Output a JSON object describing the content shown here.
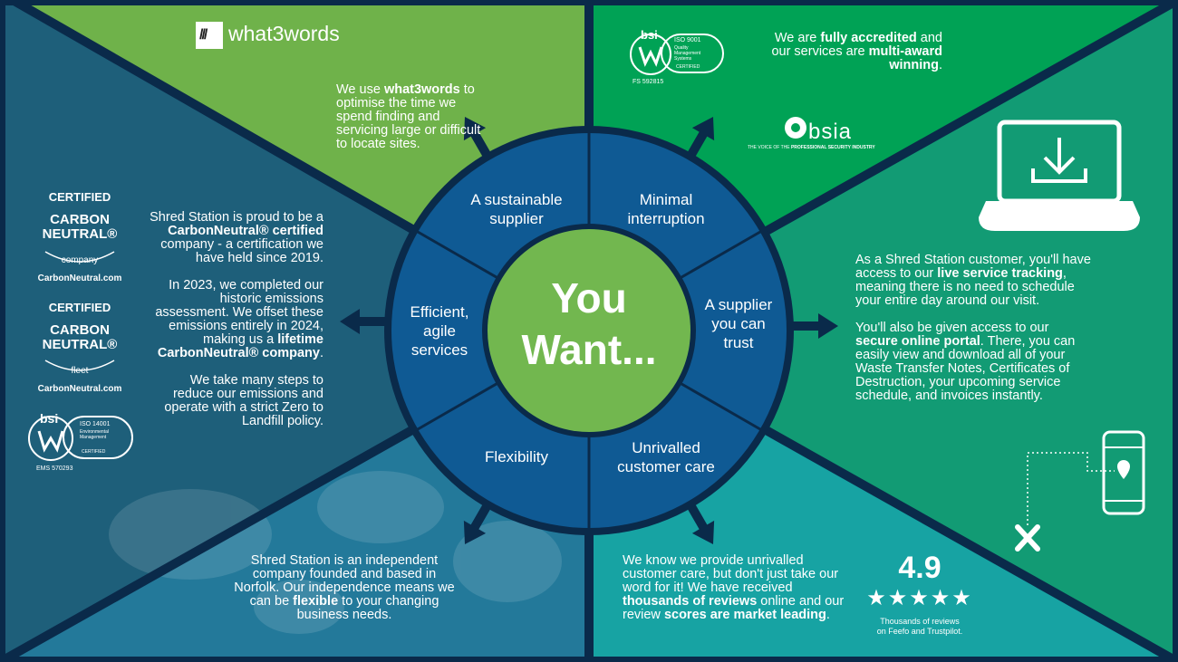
{
  "colors": {
    "top_left": "#6fb24a",
    "top_right": "#00a255",
    "right": "#129b74",
    "bottom_right": "#17a3a3",
    "bottom_left": "#23799a",
    "left": "#1e5f7a",
    "frame": "#0a2a4a",
    "ring": "#0f5a94",
    "center": "#72b74f"
  },
  "center": {
    "line1": "You",
    "line2": "Want..."
  },
  "segments": {
    "sustainable": "A sustainable supplier",
    "minimal": "Minimal interruption",
    "trust": "A supplier you can trust",
    "care": "Unrivalled customer care",
    "flexibility": "Flexibility",
    "efficient": "Efficient, agile services"
  },
  "what3words": {
    "logo_mark": "///",
    "logo_text": "what3words",
    "t1": "We use ",
    "b1": "what3words",
    "t2": " to optimise the time we spend finding and servicing large or difficult to locate sites."
  },
  "accredited": {
    "t1": "We are ",
    "b1": "fully accredited",
    "t2": " and our services are ",
    "b2": "multi-award winning",
    "t3": ".",
    "bsi_text": "bsi",
    "iso_title": "ISO 9001",
    "iso_sub": "Quality Management Systems",
    "iso_cert": "CERTIFIED",
    "iso_code": "FS 592815",
    "bsia_text": "bsia",
    "bsia_tagline_1": "THE VOICE OF THE ",
    "bsia_tagline_2": "PROFESSIONAL SECURITY INDUSTRY"
  },
  "tracking": {
    "p1_t1": "As a Shred Station customer, you'll have access to our ",
    "p1_b1": "live service tracking",
    "p1_t2": ", meaning there is no need to schedule your entire day around our visit.",
    "p2_t1": "You'll also be given access to our ",
    "p2_b1": "secure online portal",
    "p2_t2": ". There, you can easily view and download all of your Waste Transfer Notes, Certificates of Destruction, your upcoming service schedule, and invoices instantly."
  },
  "reviews": {
    "t1": "We know we provide unrivalled customer care, but don't just take our word for it! We have received ",
    "b1": "thousands of reviews",
    "t2": " online and our review ",
    "b2": "scores are market leading",
    "t3": ".",
    "score": "4.9",
    "stars": "★★★★★",
    "caption_1": "Thousands of reviews",
    "caption_2": "on Feefo and Trustpilot."
  },
  "independent": {
    "t1": "Shred Station is an independent company founded and based in Norfolk. Our independence means we can be ",
    "b1": "flexible",
    "t2": " to your changing business needs."
  },
  "carbon": {
    "p1_t1": "Shred Station is proud to be a ",
    "p1_b1": "CarbonNeutral® certified",
    "p1_t2": " company - a certification we have held since 2019.",
    "p2_t1": "In 2023, we completed our historic emissions assessment. We offset these emissions entirely in 2024, making us a ",
    "p2_b1": "lifetime CarbonNeutral® company",
    "p2_t2": ".",
    "p3": "We take many steps to reduce our emissions and operate with a strict Zero to Landfill policy.",
    "badge_certified": "CERTIFIED",
    "badge_carbon": "CARBON",
    "badge_neutral": "NEUTRAL®",
    "badge1_sub": "company",
    "badge2_sub": "fleet",
    "badge_url": "CarbonNeutral.com",
    "bsi_text": "bsi",
    "iso_title": "ISO 14001",
    "iso_sub": "Environmental Management",
    "iso_cert": "CERTIFIED",
    "iso_code": "EMS 570293"
  }
}
